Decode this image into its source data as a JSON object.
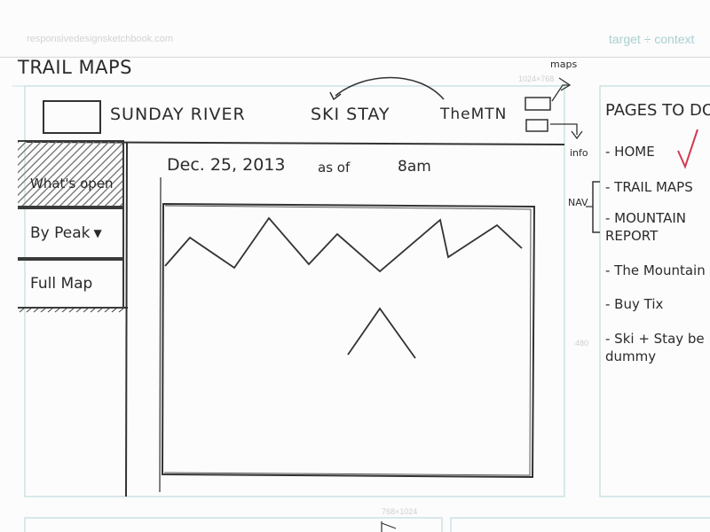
{
  "sheet": {
    "site_url": "responsivedesignsketchbook.com",
    "target_label": "target ÷ context",
    "dim_top": "1024×768",
    "dim_side": "480",
    "dim_bottom": "768×1024"
  },
  "sketch": {
    "title": "TRAIL MAPS",
    "nav": {
      "logo": "",
      "items": [
        "SUNDAY RIVER",
        "SKI STAY",
        "TheMTN"
      ],
      "annotation_top": "maps",
      "annotation_right": "info"
    },
    "sidebar": {
      "tabs": [
        "What's open",
        "By Peak",
        "Full Map"
      ]
    },
    "date_line": "Dec. 25, 2013",
    "as_of": "as of",
    "time": "8am"
  },
  "notes": {
    "heading": "PAGES TO DO",
    "items": [
      "- HOME",
      "- TRAIL MAPS",
      "- MOUNTAIN REPORT",
      "- The Mountain",
      "- Buy Tix",
      "- Ski + Stay be dummy"
    ],
    "nav_bracket_label": "NAV",
    "check_color": "#d23a4f"
  },
  "colors": {
    "pencil": "#2b2b2b",
    "frame_blue": "#a9cfd0",
    "check_red": "#d23a4f"
  }
}
